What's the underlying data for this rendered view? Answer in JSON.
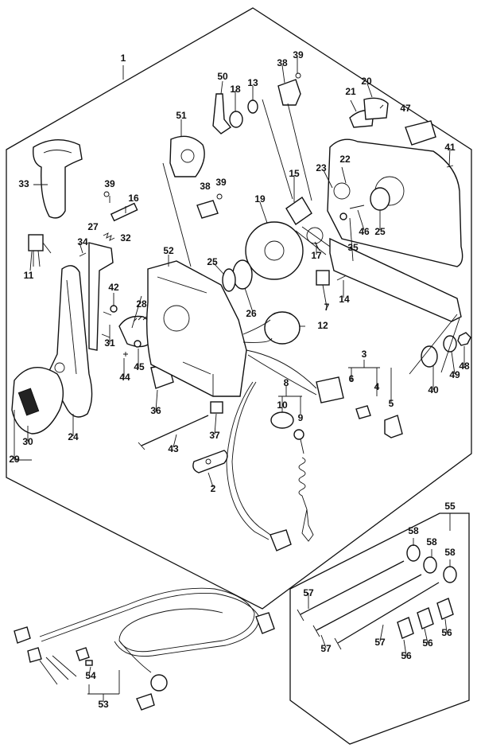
{
  "labels": {
    "p1": "1",
    "p2": "2",
    "p3": "3",
    "p4": "4",
    "p5": "5",
    "p6": "6",
    "p7": "7",
    "p8": "8",
    "p9": "9",
    "p10": "10",
    "p11": "11",
    "p12": "12",
    "p13": "13",
    "p14": "14",
    "p15": "15",
    "p16": "16",
    "p17": "17",
    "p18": "18",
    "p19": "19",
    "p20": "20",
    "p21": "21",
    "p22": "22",
    "p23": "23",
    "p24": "24",
    "p25a": "25",
    "p25b": "25",
    "p26": "26",
    "p27": "27",
    "p28": "28",
    "p29": "29",
    "p30": "30",
    "p31": "31",
    "p32": "32",
    "p33": "33",
    "p34": "34",
    "p35": "35",
    "p36": "36",
    "p37": "37",
    "p38a": "38",
    "p38b": "38",
    "p39a": "39",
    "p39b": "39",
    "p39c": "39",
    "p40": "40",
    "p41": "41",
    "p42": "42",
    "p43": "43",
    "p44": "44",
    "p45": "45",
    "p46": "46",
    "p47": "47",
    "p48": "48",
    "p49": "49",
    "p50": "50",
    "p51": "51",
    "p52": "52",
    "p53": "53",
    "p54": "54",
    "p55": "55",
    "p56a": "56",
    "p56b": "56",
    "p56c": "56",
    "p57a": "57",
    "p57b": "57",
    "p57c": "57",
    "p58a": "58",
    "p58b": "58",
    "p58c": "58"
  }
}
